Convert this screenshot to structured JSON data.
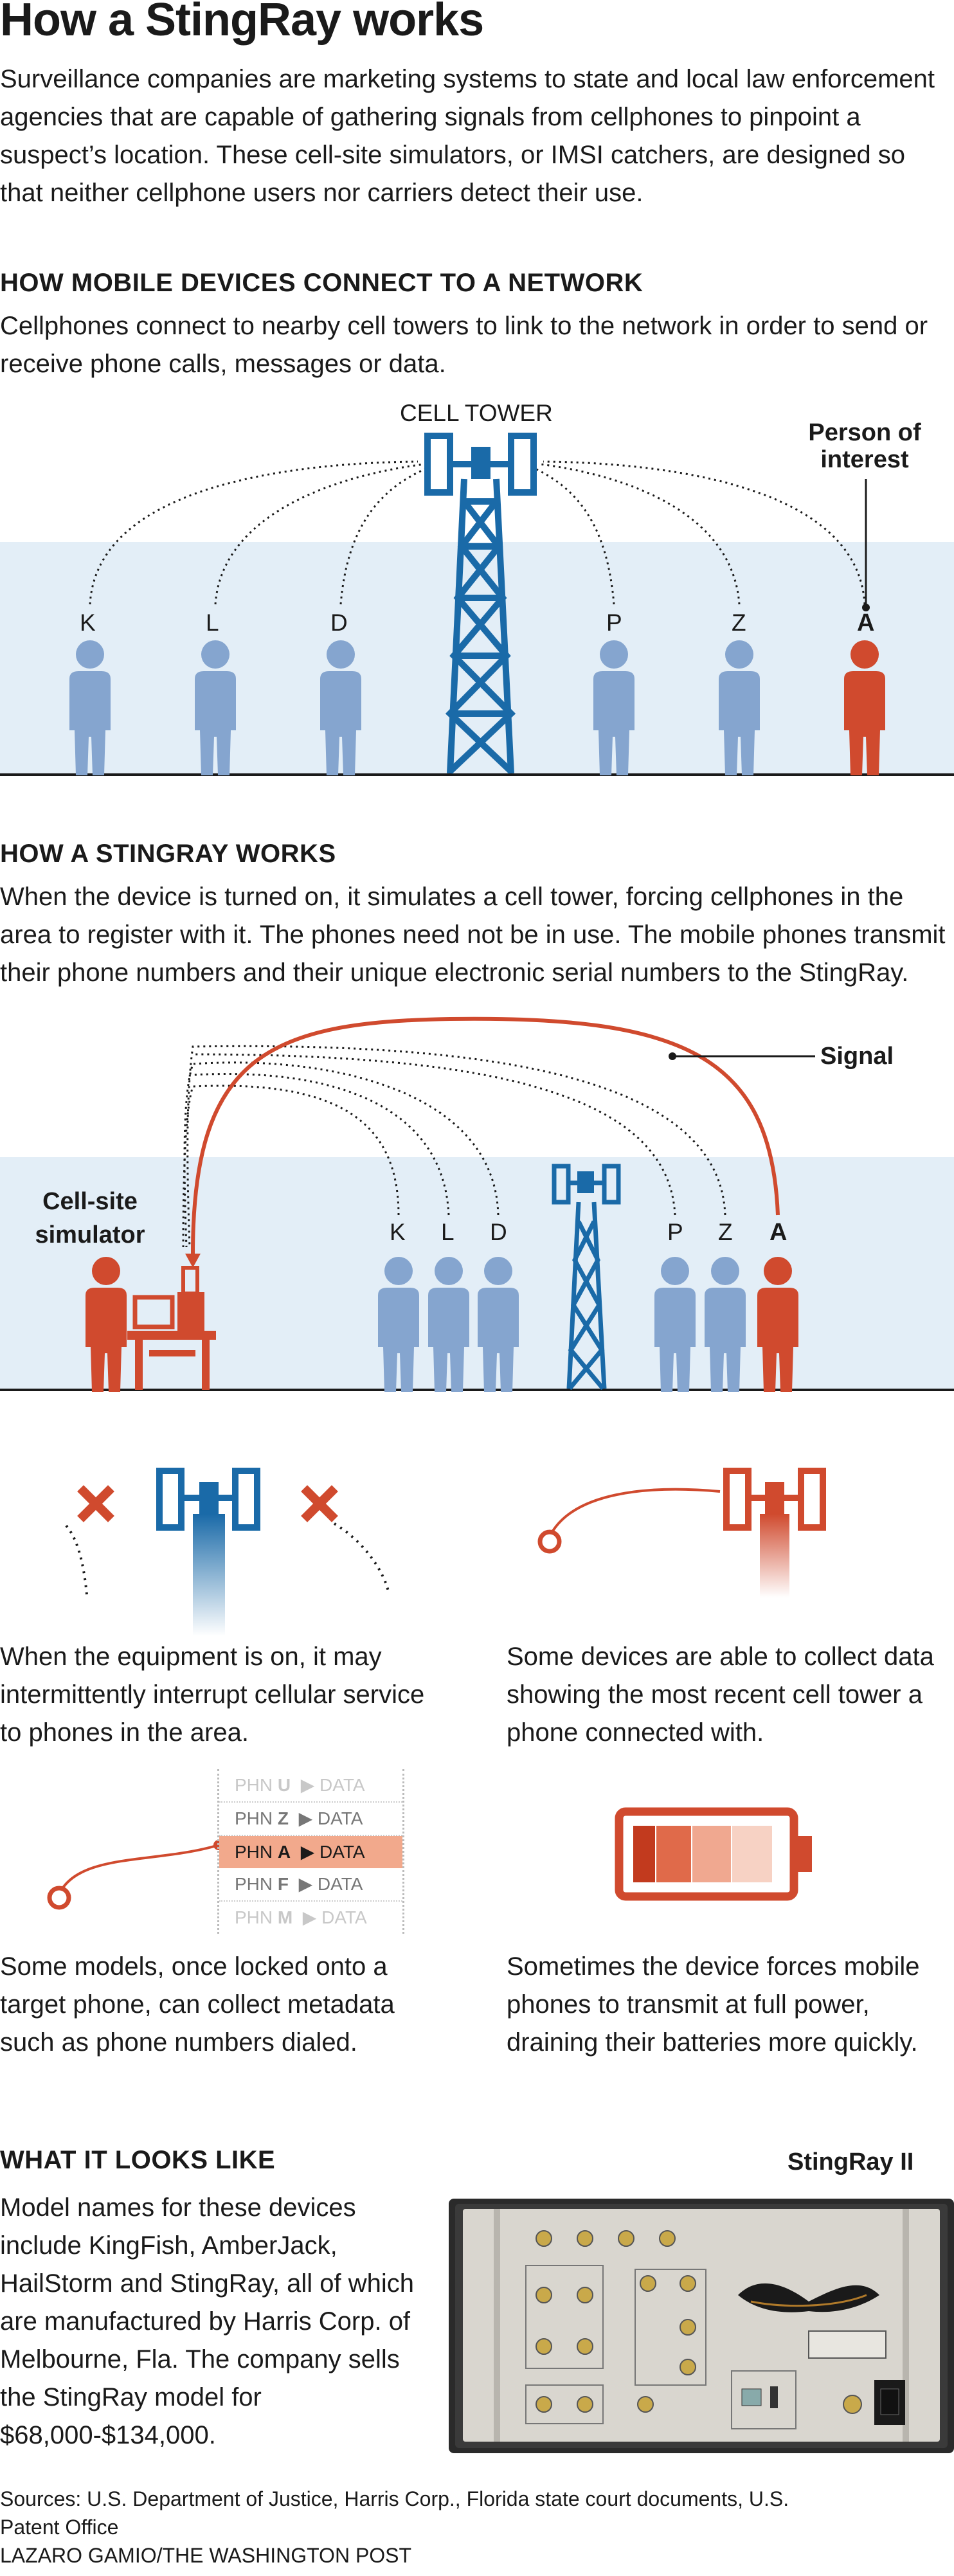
{
  "title": "How a StingRay works",
  "intro": "Surveillance companies are marketing systems to state and local law enforcement agencies that are capable of gathering signals from cellphones to pinpoint a suspect’s location. These cell-site simulators, or IMSI catchers, are designed so that neither cellphone users nor carriers detect their use.",
  "section1": {
    "heading": "HOW MOBILE DEVICES CONNECT TO A NETWORK",
    "text": "Cellphones connect to nearby cell towers to link to the network in order to send or receive phone calls, messages or data.",
    "tower_label": "CELL TOWER",
    "poi_label": "Person of interest",
    "people": [
      "K",
      "L",
      "D",
      "P",
      "Z",
      "A"
    ]
  },
  "section2": {
    "heading": "HOW A STINGRAY WORKS",
    "text": "When the device is turned on, it simulates a cell tower, forcing cellphones in the area to register with it. The phones need not be in use. The mobile phones transmit their phone numbers and their unique electronic serial numbers to the StingRay.",
    "signal_label": "Signal",
    "simulator_label": "Cell-site simulator",
    "people": [
      "K",
      "L",
      "D",
      "P",
      "Z",
      "A"
    ]
  },
  "effects": {
    "interrupt": "When the equipment is on, it may intermittently interrupt cellular service to phones in the area.",
    "recent_tower": "Some devices are able to collect data showing the most recent cell tower a phone connected with.",
    "metadata": "Some models, once locked onto a target phone, can collect metadata such as phone numbers dialed.",
    "battery": "Sometimes the device forces mobile phones to transmit at full power, draining their batteries more quickly.",
    "data_rows": [
      {
        "phn": "PHN",
        "id": "U",
        "arrow": "▶",
        "data": "DATA"
      },
      {
        "phn": "PHN",
        "id": "Z",
        "arrow": "▶",
        "data": "DATA"
      },
      {
        "phn": "PHN",
        "id": "A",
        "arrow": "▶",
        "data": "DATA"
      },
      {
        "phn": "PHN",
        "id": "F",
        "arrow": "▶",
        "data": "DATA"
      },
      {
        "phn": "PHN",
        "id": "M",
        "arrow": "▶",
        "data": "DATA"
      }
    ]
  },
  "section3": {
    "heading": "WHAT IT LOOKS LIKE",
    "device_label": "StingRay II",
    "text": "Model names for these devices include KingFish, AmberJack, HailStorm and StingRay, all of which are manufactured by Harris Corp. of Melbourne, Fla. The company sells the StingRay model for $68,000-$134,000."
  },
  "footer": {
    "sources": "Sources: U.S. Department of Justice, Harris Corp., Florida state court documents, U.S. Patent Office",
    "credit": "LAZARO GAMIO/THE WASHINGTON POST"
  },
  "colors": {
    "tower_blue": "#1a6aa8",
    "person_blue": "#85a5cf",
    "accent_red": "#d04a2e",
    "sky_band": "#e3eef7",
    "highlight_row": "#f2a98c"
  }
}
